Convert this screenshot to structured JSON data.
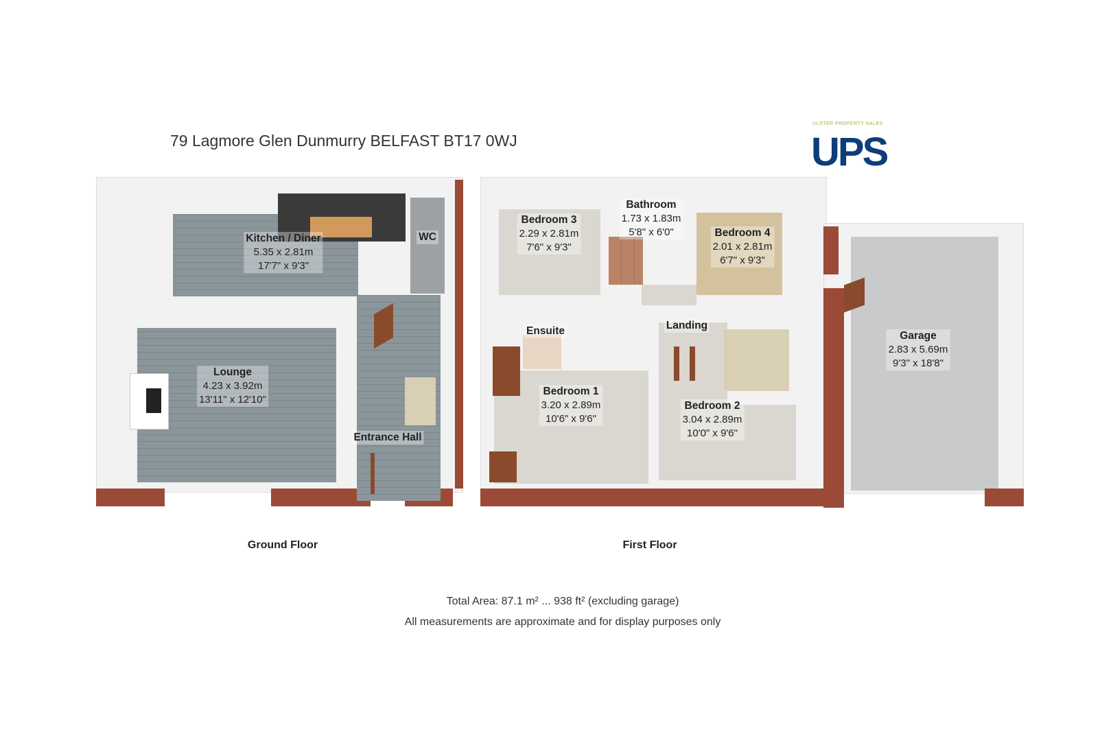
{
  "title": "79 Lagmore Glen Dunmurry BELFAST BT17 0WJ",
  "logo": {
    "tagline": "ULSTER PROPERTY SALES",
    "text": "UPS",
    "color": "#0d3e7a",
    "accent": "#8dbb3a"
  },
  "floors": [
    {
      "name": "Ground Floor",
      "rooms": [
        {
          "name": "Kitchen / Diner",
          "metric": "5.35 x 2.81m",
          "imperial": "17'7\" x 9'3\""
        },
        {
          "name": "WC"
        },
        {
          "name": "Lounge",
          "metric": "4.23 x 3.92m",
          "imperial": "13'11\" x 12'10\""
        },
        {
          "name": "Entrance Hall"
        }
      ]
    },
    {
      "name": "First Floor",
      "rooms": [
        {
          "name": "Bedroom 3",
          "metric": "2.29 x 2.81m",
          "imperial": "7'6\" x 9'3\""
        },
        {
          "name": "Bathroom",
          "metric": "1.73 x 1.83m",
          "imperial": "5'8\" x 6'0\""
        },
        {
          "name": "Bedroom 4",
          "metric": "2.01 x 2.81m",
          "imperial": "6'7\" x 9'3\""
        },
        {
          "name": "Ensuite"
        },
        {
          "name": "Landing"
        },
        {
          "name": "Bedroom 1",
          "metric": "3.20 x 2.89m",
          "imperial": "10'6\" x 9'6\""
        },
        {
          "name": "Bedroom 2",
          "metric": "3.04 x 2.89m",
          "imperial": "10'0\" x 9'6\""
        }
      ]
    },
    {
      "name": "Garage",
      "rooms": [
        {
          "name": "Garage",
          "metric": "2.83 x 5.69m",
          "imperial": "9'3\" x 18'8\""
        }
      ]
    }
  ],
  "footer": {
    "total_area": "Total Area: 87.1 m² ... 938 ft²  (excluding garage)",
    "disclaimer": "All measurements are approximate and for display purposes only"
  }
}
